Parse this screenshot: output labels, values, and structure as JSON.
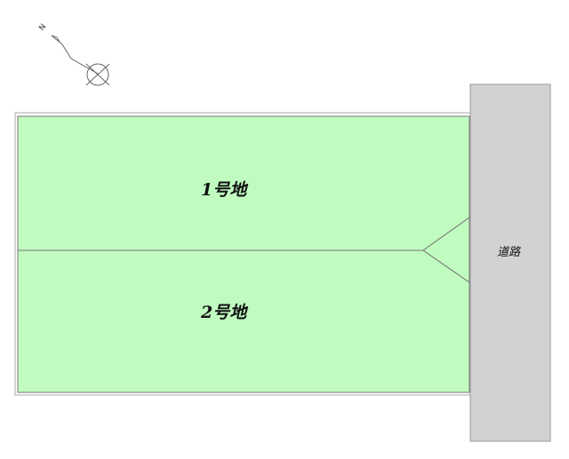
{
  "lots": [
    {
      "label": "1号地"
    },
    {
      "label": "2号地"
    }
  ],
  "road": {
    "label": "道路"
  },
  "compass": {
    "letter": "N"
  },
  "colors": {
    "lot_fill": "#c0fcbf",
    "road_fill": "#d2d2d2",
    "line": "#777777"
  }
}
